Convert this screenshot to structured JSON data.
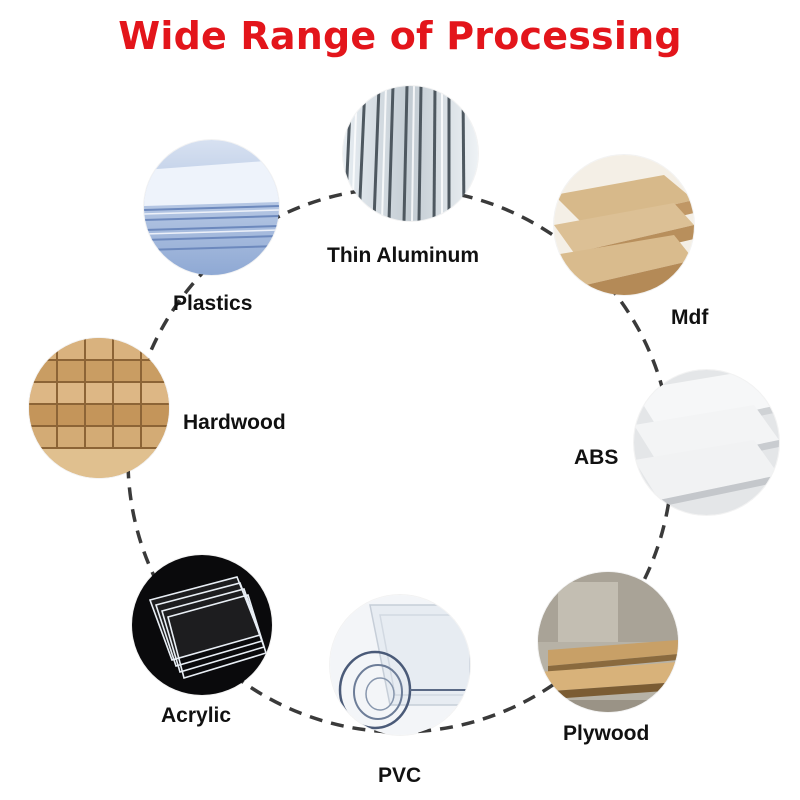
{
  "title": "Wide Range of Processing",
  "colors": {
    "title": "#e3151b",
    "ring": "#3a3a3a",
    "label": "#111111"
  },
  "materials": [
    {
      "label": "Thin Aluminum",
      "icon": "aluminum-sheet-image"
    },
    {
      "label": "Mdf",
      "icon": "mdf-board-image"
    },
    {
      "label": "ABS",
      "icon": "abs-sheet-image"
    },
    {
      "label": "Plywood",
      "icon": "plywood-image"
    },
    {
      "label": "PVC",
      "icon": "pvc-roll-image"
    },
    {
      "label": "Acrylic",
      "icon": "acrylic-sheet-image"
    },
    {
      "label": "Hardwood",
      "icon": "hardwood-lumber-image"
    },
    {
      "label": "Plastics",
      "icon": "plastic-sheet-image"
    }
  ]
}
